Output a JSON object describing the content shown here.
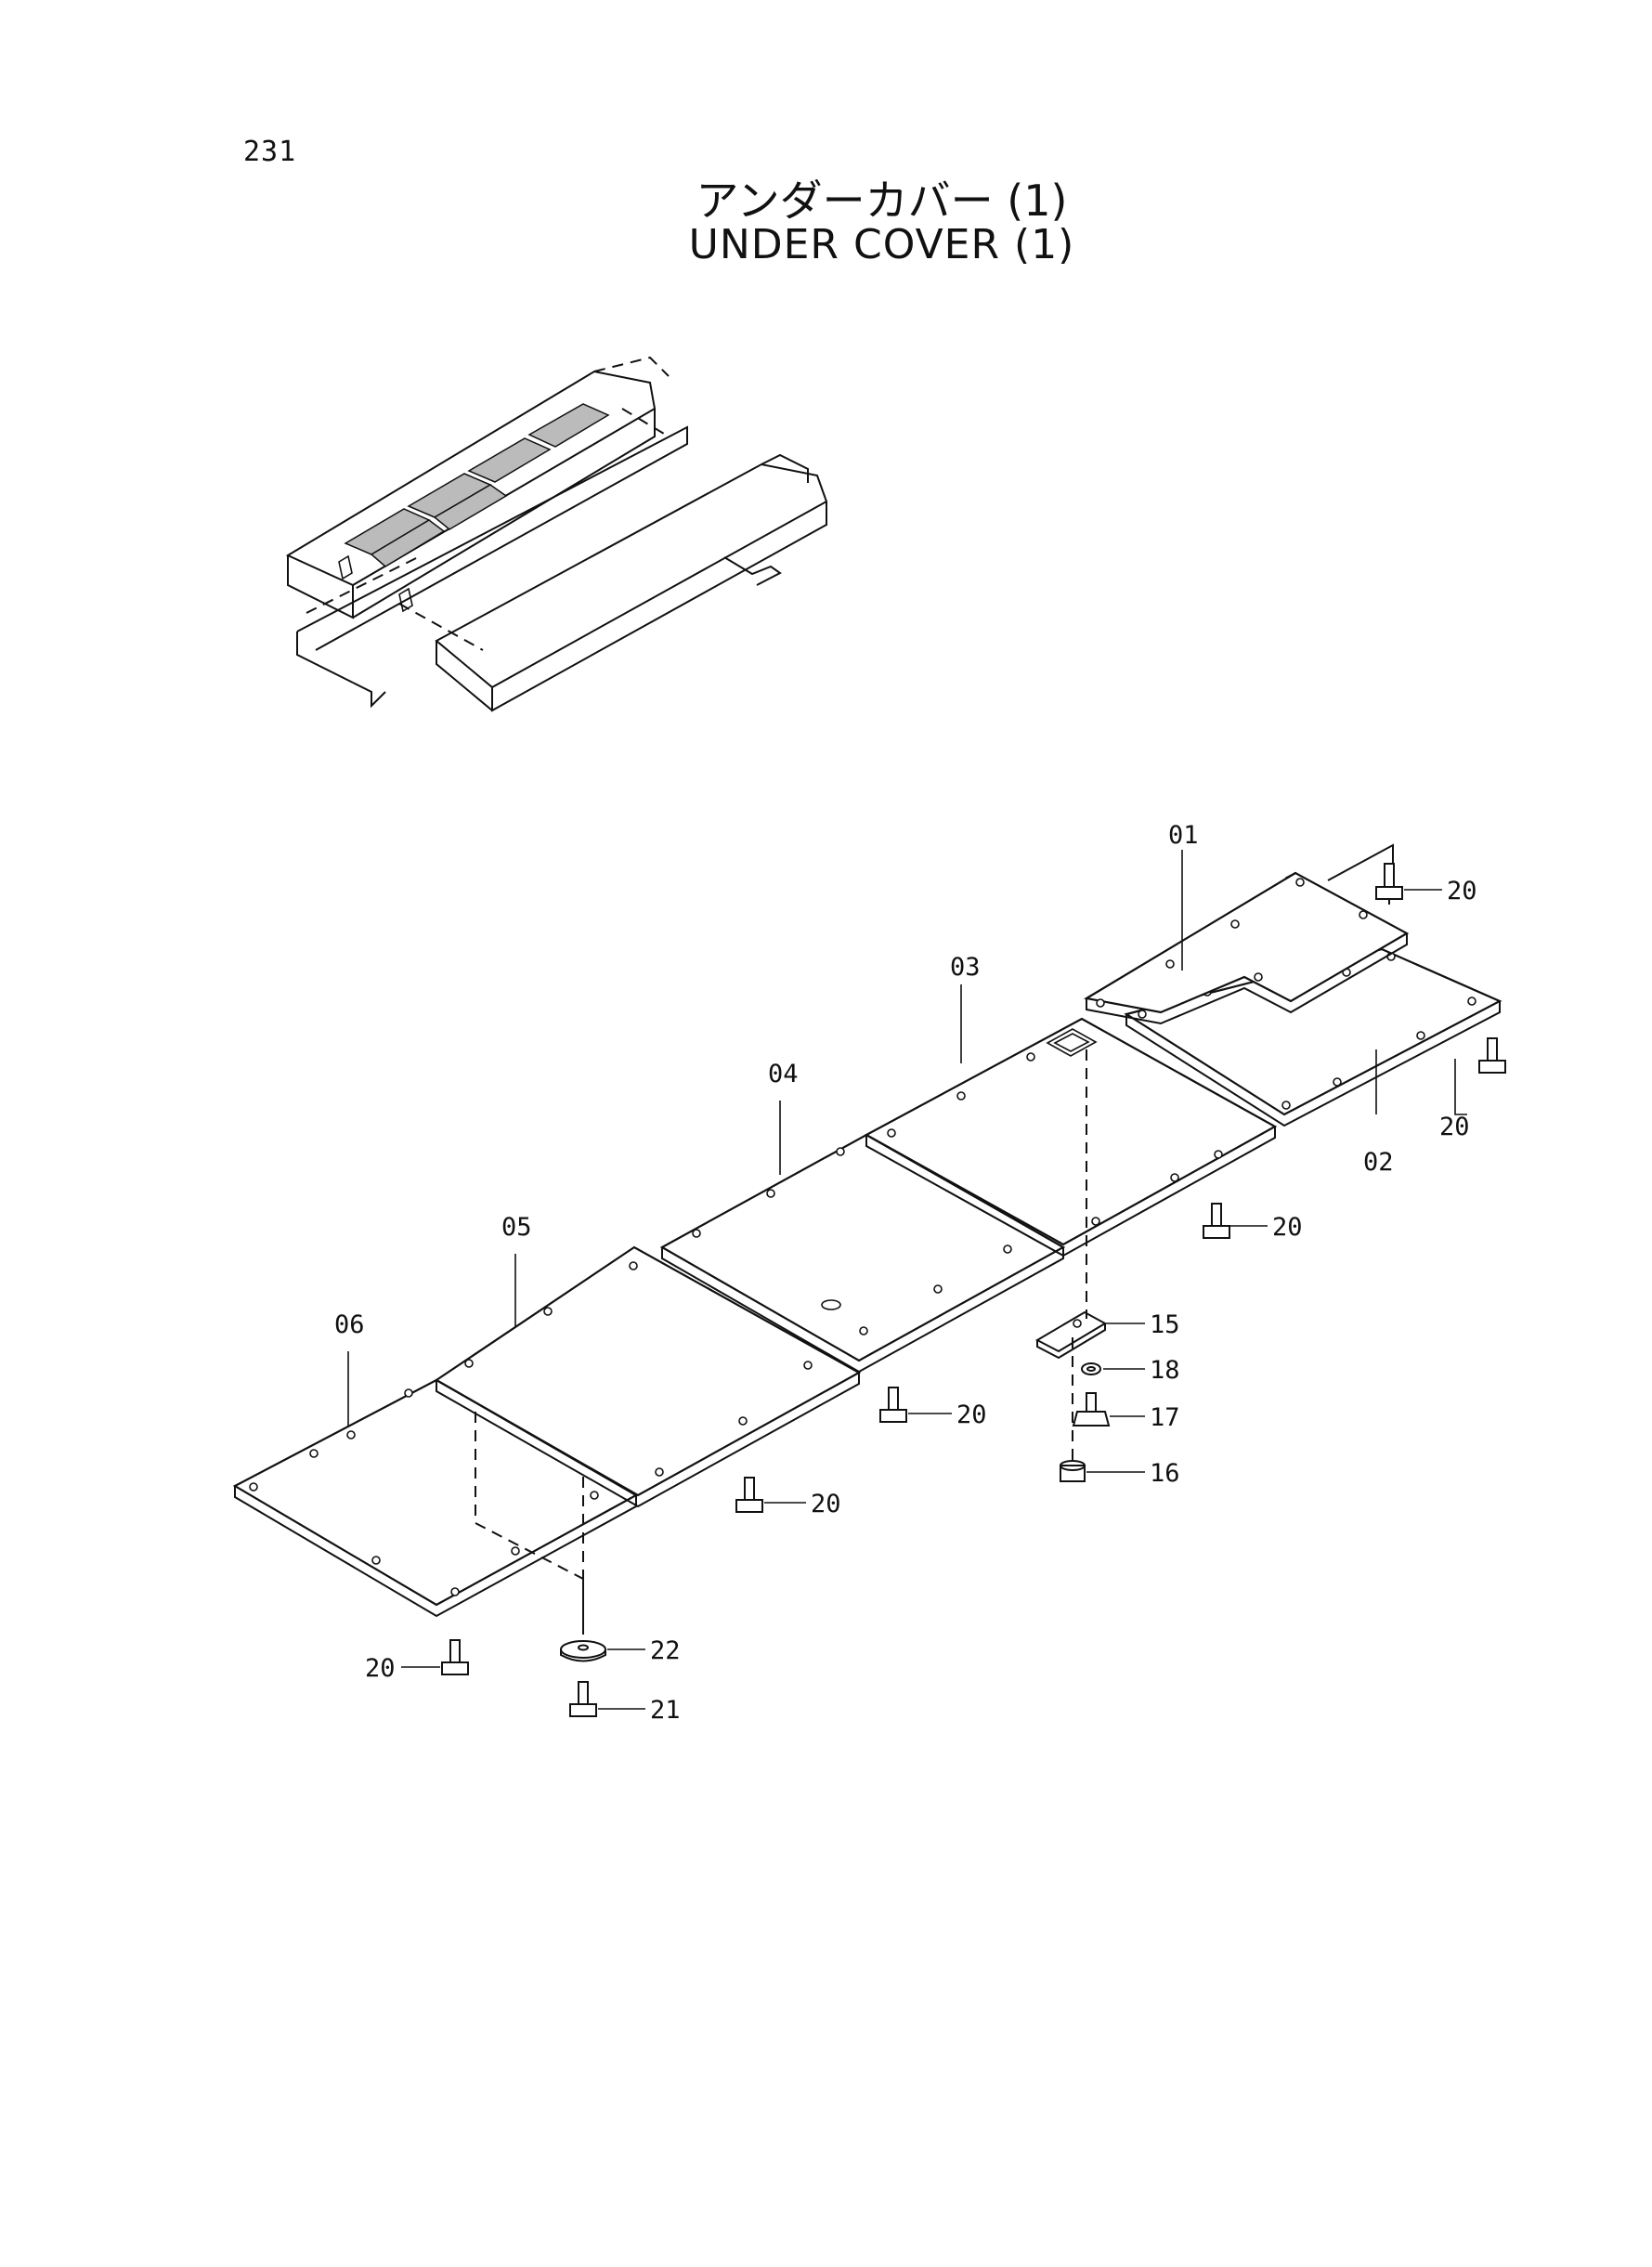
{
  "page": {
    "number": "231",
    "title_jp": "アンダーカバー (1)",
    "title_en": "UNDER  COVER (1)"
  },
  "callouts": {
    "c01": "01",
    "c02": "02",
    "c03": "03",
    "c04": "04",
    "c05": "05",
    "c06": "06",
    "c15": "15",
    "c16": "16",
    "c17": "17",
    "c18": "18",
    "c20": "20",
    "c21": "21",
    "c22": "22"
  }
}
